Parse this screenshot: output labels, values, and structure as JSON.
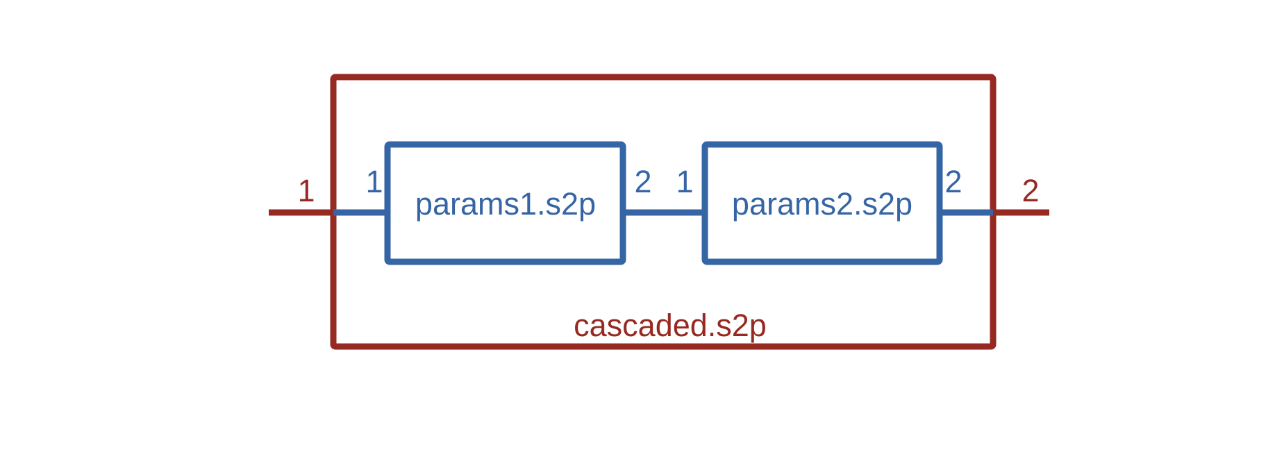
{
  "colors": {
    "outer": "#962a22",
    "inner": "#3565a5",
    "background": "#ffffff"
  },
  "outer_block": {
    "name": "cascaded.s2p",
    "port_left": "1",
    "port_right": "2"
  },
  "blocks": [
    {
      "name": "params1.s2p",
      "port_left": "1",
      "port_right": "2"
    },
    {
      "name": "params2.s2p",
      "port_left": "1",
      "port_right": "2"
    }
  ]
}
